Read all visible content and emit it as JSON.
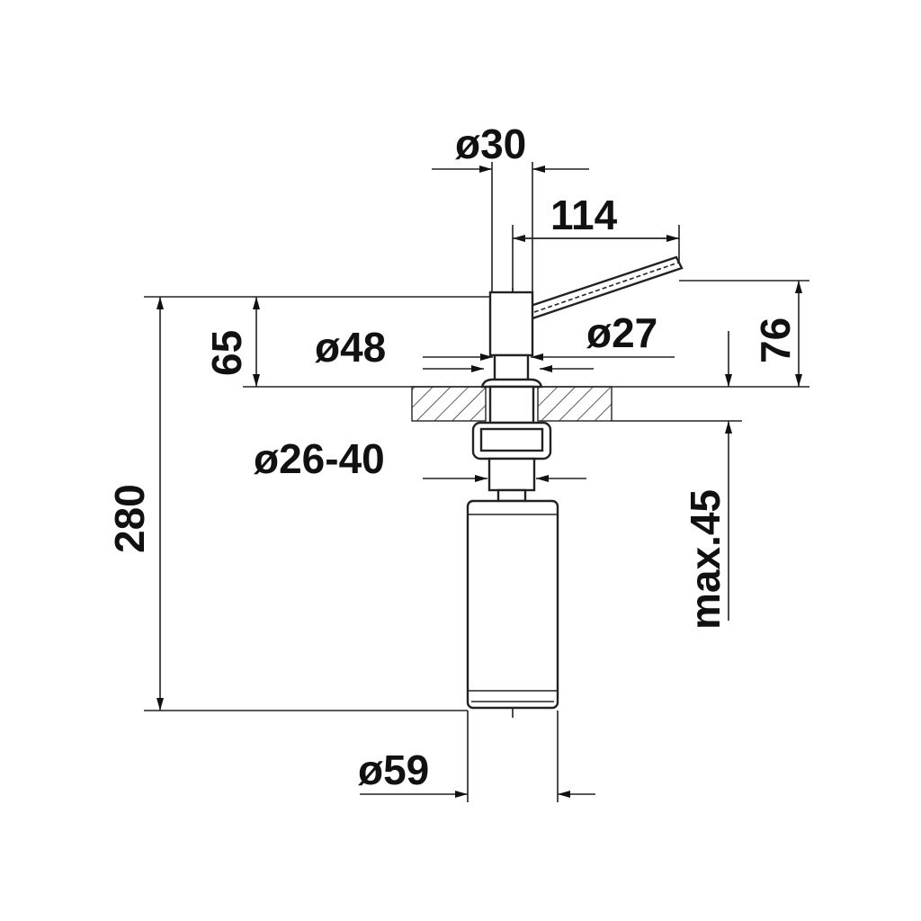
{
  "title": "Soap dispenser dimension drawing",
  "dimensions": {
    "spout_diameter": "ø30",
    "spout_reach": "114",
    "height_above_counter_left": "65",
    "height_above_counter_right": "76",
    "flange_diameter": "ø48",
    "body_diameter": "ø27",
    "hole_diameter_range": "ø26-40",
    "total_height": "280",
    "max_counter_thickness": "max.45",
    "bottle_diameter": "ø59"
  },
  "colors": {
    "line": "#222222",
    "text": "#111111"
  }
}
